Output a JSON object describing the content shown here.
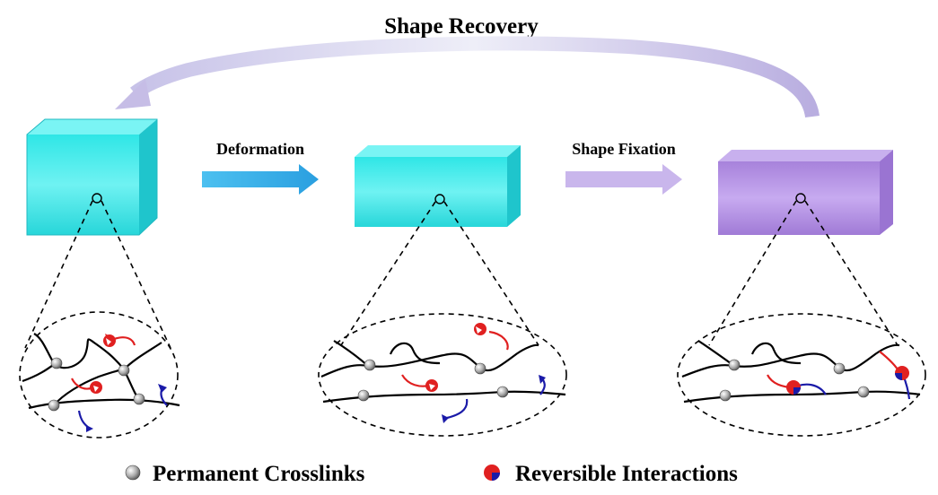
{
  "title": "Shape Recovery",
  "steps": {
    "deformation": "Deformation",
    "fixation": "Shape Fixation"
  },
  "legend": {
    "permanent": "Permanent Crosslinks",
    "reversible": "Reversible Interactions"
  },
  "colors": {
    "cyan": "#39e0e0",
    "purple": "#b48ee0",
    "deform_arrow": "#33aee8",
    "fix_arrow": "#c9b6ec",
    "recovery_arrow": "#c6bde6",
    "reversible_red": "#e02020",
    "reversible_blue": "#1a1aa8"
  }
}
